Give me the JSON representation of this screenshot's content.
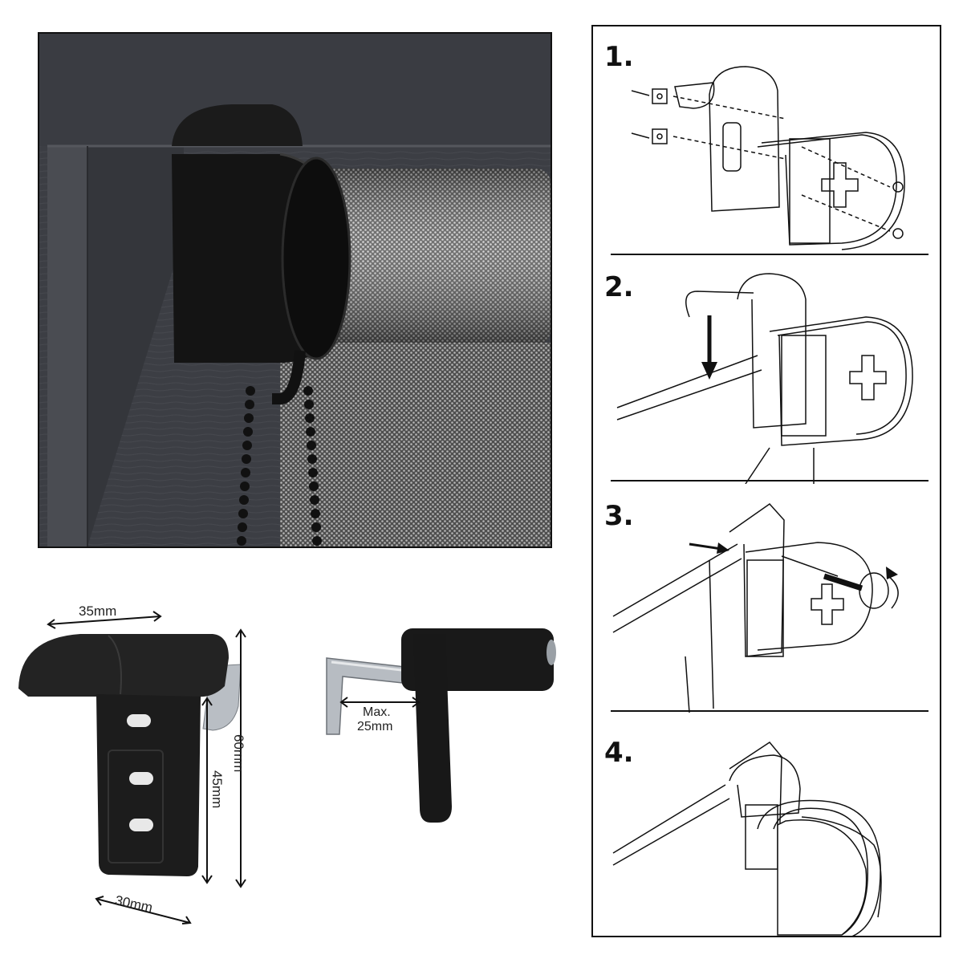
{
  "product_photo": {
    "description_hidden": ""
  },
  "dimensions": {
    "width_top": "35mm",
    "height_total": "60mm",
    "height_inner": "45mm",
    "depth_bottom": "30mm",
    "clamp_max_line1": "Max.",
    "clamp_max_line2": "25mm"
  },
  "steps": [
    {
      "label": "1."
    },
    {
      "label": "2."
    },
    {
      "label": "3."
    },
    {
      "label": "4."
    }
  ],
  "colors": {
    "frame_dark": "#3b3d42",
    "bracket_black": "#161616",
    "fabric_light": "#bdbdbd",
    "line_art": "#111111"
  }
}
